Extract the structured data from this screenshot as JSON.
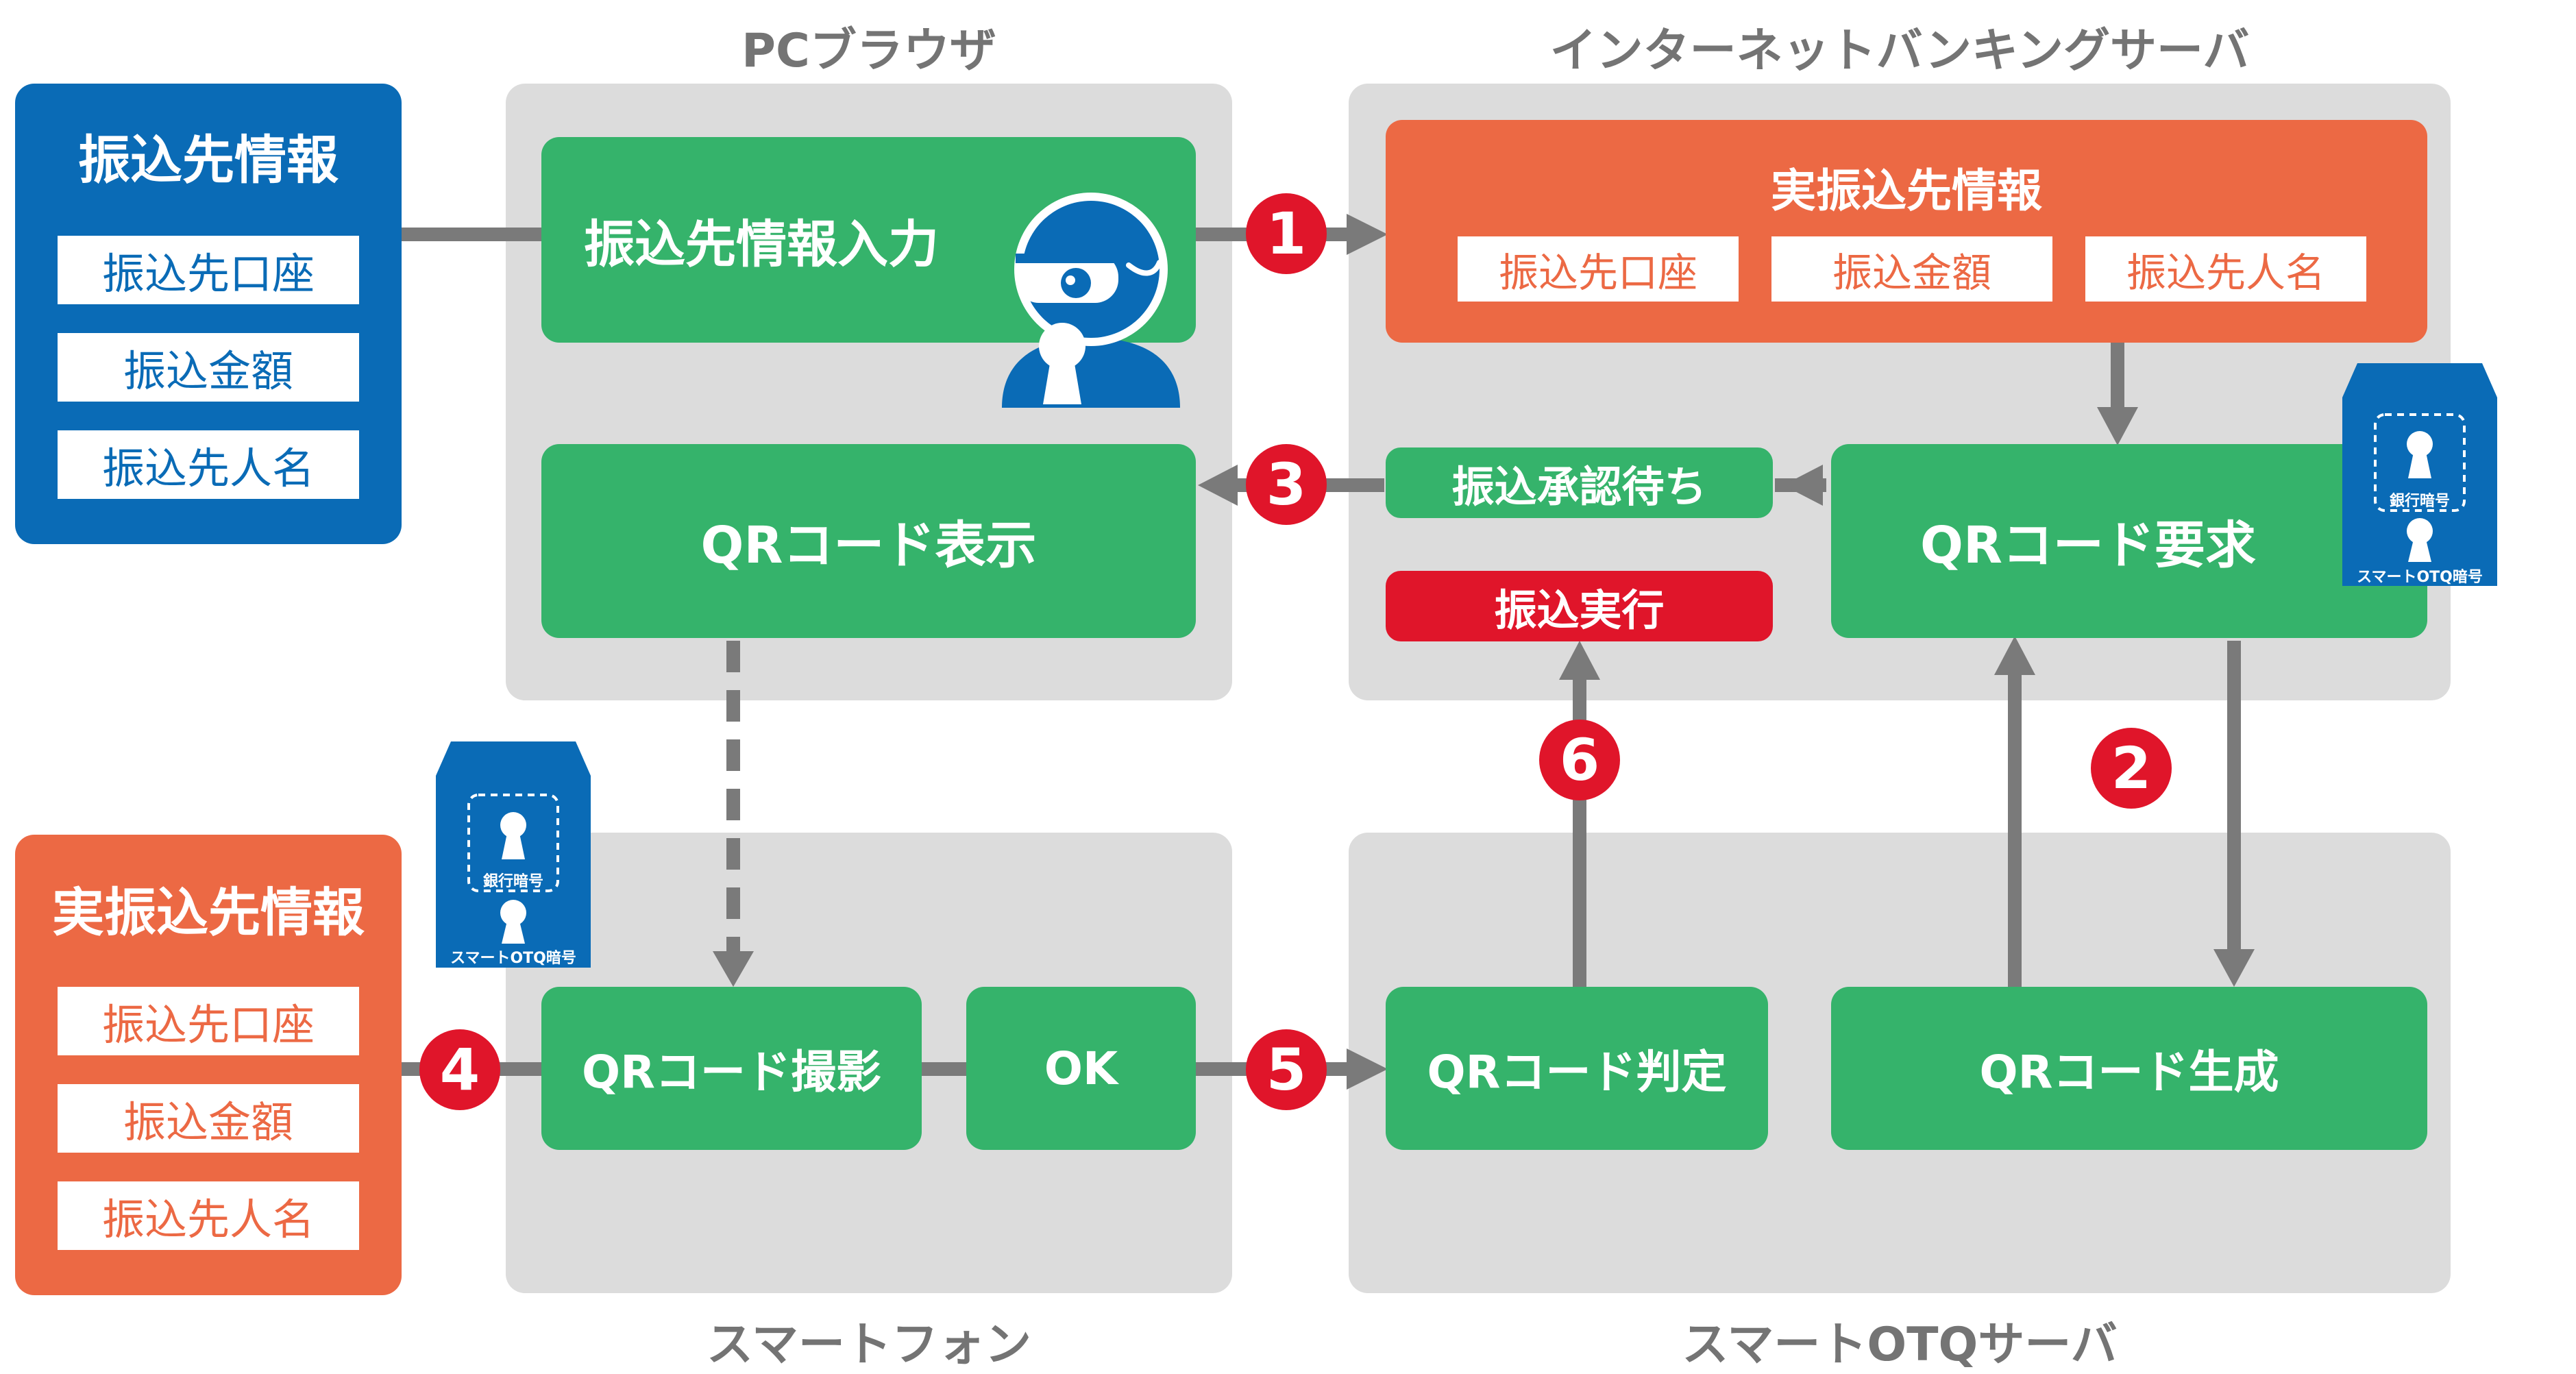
{
  "captions": {
    "pc_browser": "PCブラウザ",
    "ib_server": "インターネットバンキングサーバ",
    "smartphone": "スマートフォン",
    "otq_server": "スマートOTQサーバ"
  },
  "transfer_info": {
    "title": "振込先情報",
    "fields": [
      "振込先口座",
      "振込金額",
      "振込先人名"
    ]
  },
  "real_transfer_info_left": {
    "title": "実振込先情報",
    "fields": [
      "振込先口座",
      "振込金額",
      "振込先人名"
    ]
  },
  "real_transfer_info_server": {
    "title": "実振込先情報",
    "fields": [
      "振込先口座",
      "振込金額",
      "振込先人名"
    ]
  },
  "boxes": {
    "input": "振込先情報入力",
    "qr_display": "QRコード表示",
    "approval_wait": "振込承認待ち",
    "execute": "振込実行",
    "qr_request": "QRコード要求",
    "qr_capture": "QRコード撮影",
    "ok": "OK",
    "qr_judge": "QRコード判定",
    "qr_generate": "QRコード生成"
  },
  "envelope": {
    "bank_code": "銀行暗号",
    "otq_code": "スマートOTQ暗号"
  },
  "steps": [
    "1",
    "2",
    "3",
    "4",
    "5",
    "6"
  ],
  "colors": {
    "blue": "#0a6bb6",
    "green": "#35b36b",
    "orange": "#ec6944",
    "red": "#e0152a",
    "panel": "#dcdcdc",
    "connector": "#7a7a7a"
  },
  "icons": [
    "hacker-icon",
    "keyhole-icon"
  ]
}
